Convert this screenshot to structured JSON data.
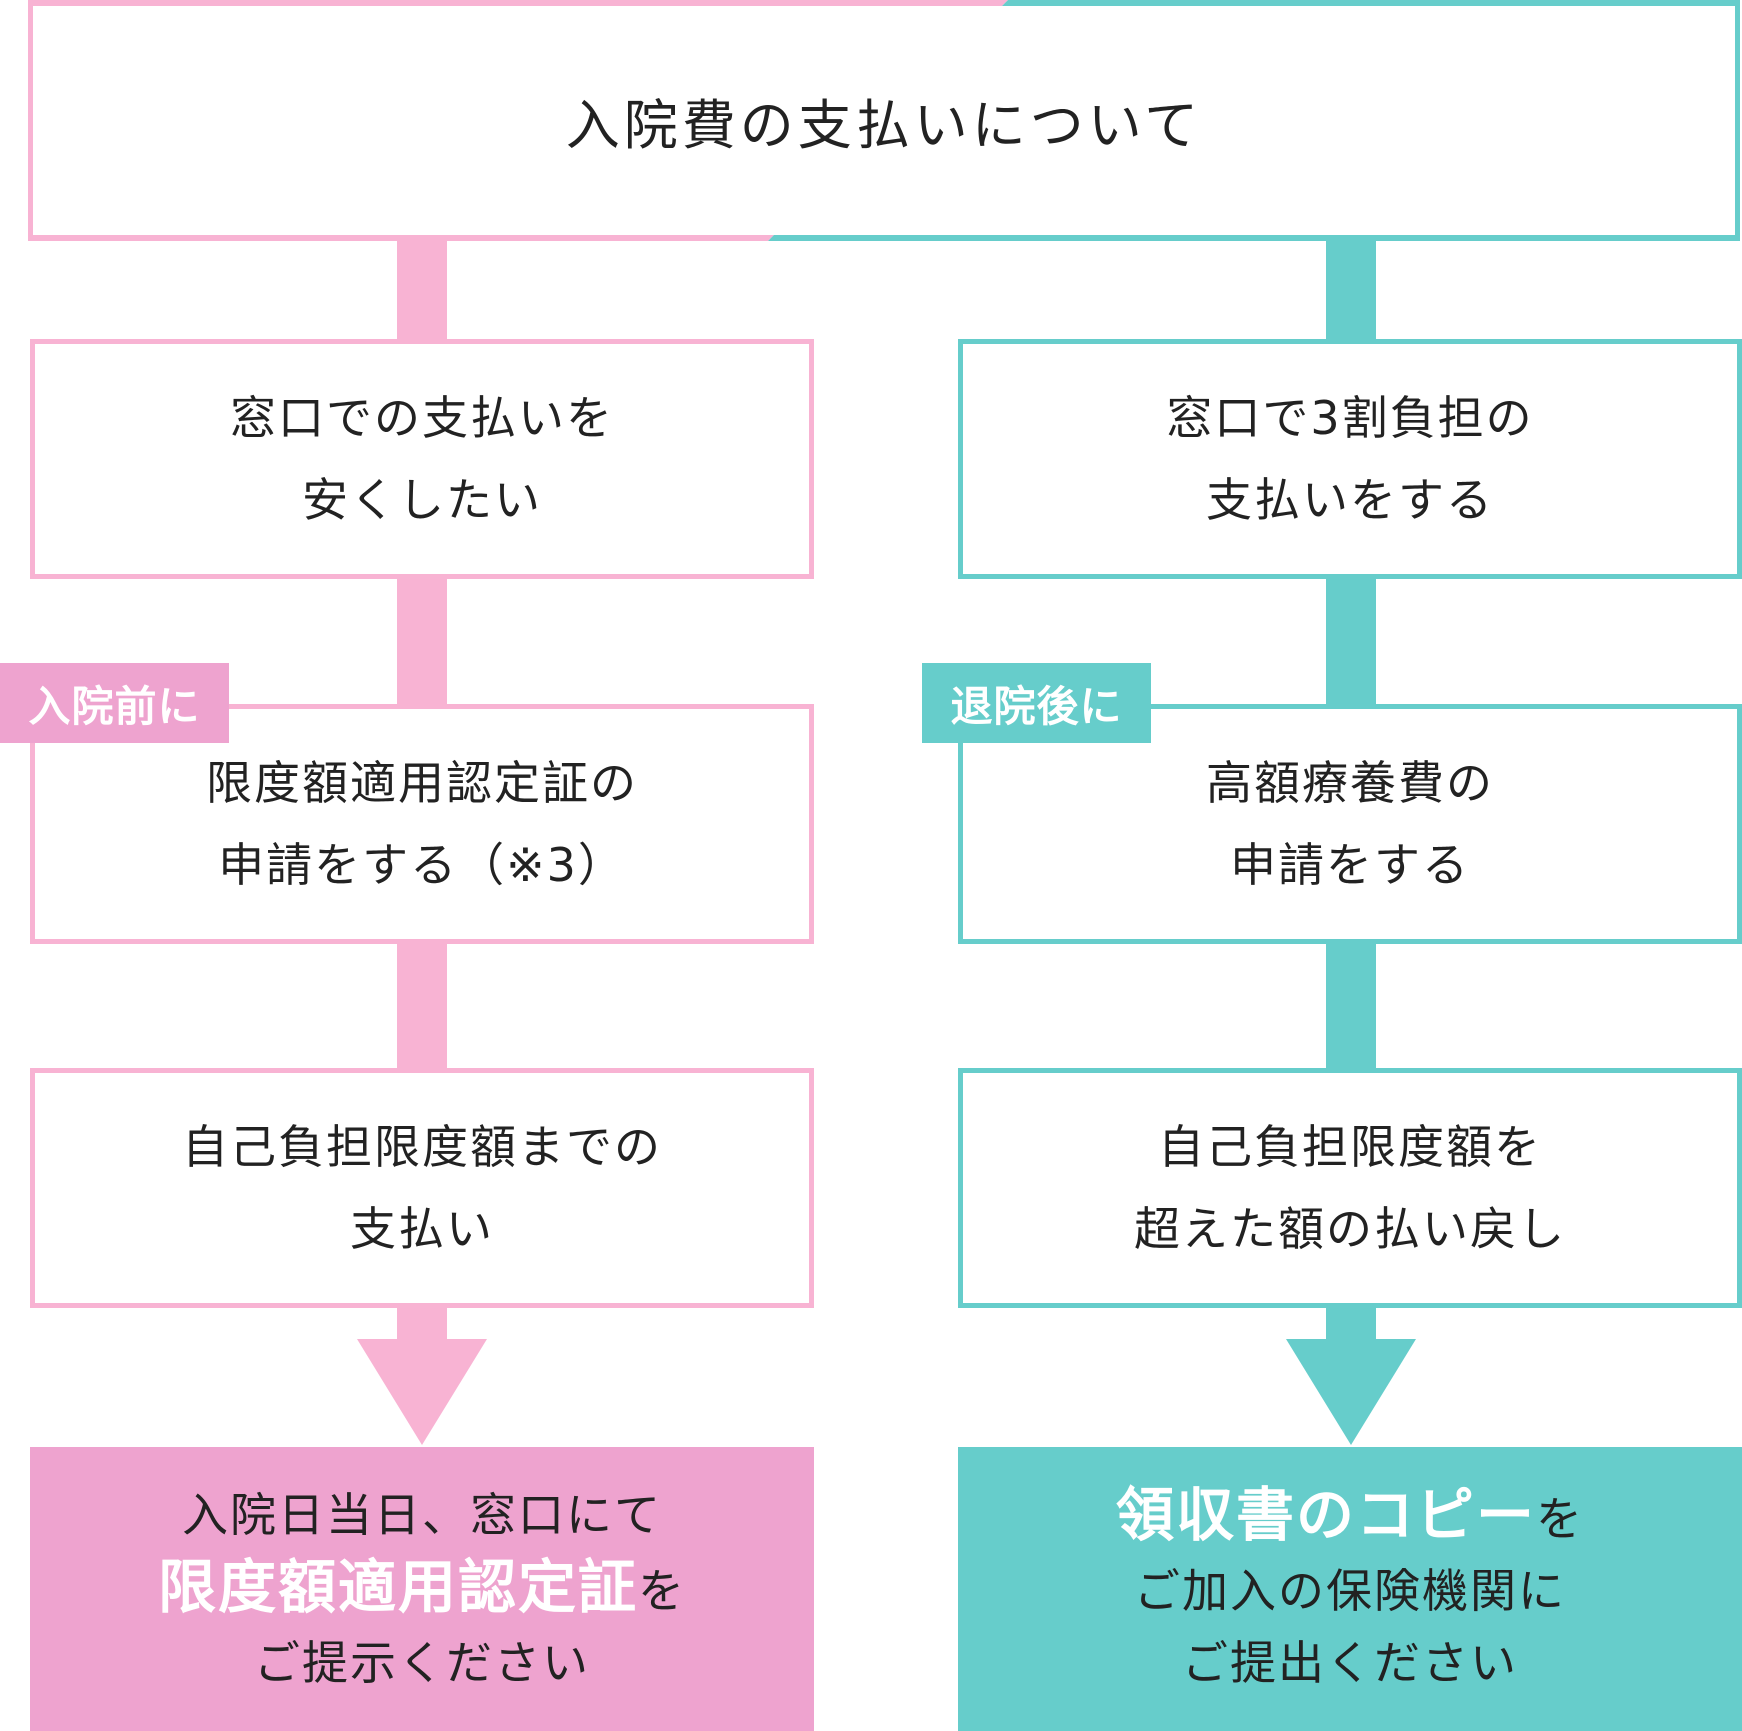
{
  "colors": {
    "pink": "#f8b3d3",
    "pink_dark": "#eea3cf",
    "teal": "#66cdcb"
  },
  "title": "入院費の支払いについて",
  "left": {
    "step1": [
      "窓口での支払いを",
      "安くしたい"
    ],
    "tag": "入院前に",
    "step2": [
      "限度額適用認定証の",
      "申請をする（※3）"
    ],
    "step3": [
      "自己負担限度額までの",
      "支払い"
    ],
    "final": {
      "line1": "入院日当日、窓口にて",
      "line2_em": "限度額適用認定証",
      "line2_rest": "を",
      "line3": "ご提示ください"
    }
  },
  "right": {
    "step1": [
      "窓口で3割負担の",
      "支払いをする"
    ],
    "tag": "退院後に",
    "step2": [
      "高額療養費の",
      "申請をする"
    ],
    "step3": [
      "自己負担限度額を",
      "超えた額の払い戻し"
    ],
    "final": {
      "line1_em": "領収書のコピー",
      "line1_rest": "を",
      "line2": "ご加入の保険機関に",
      "line3": "ご提出ください"
    }
  }
}
